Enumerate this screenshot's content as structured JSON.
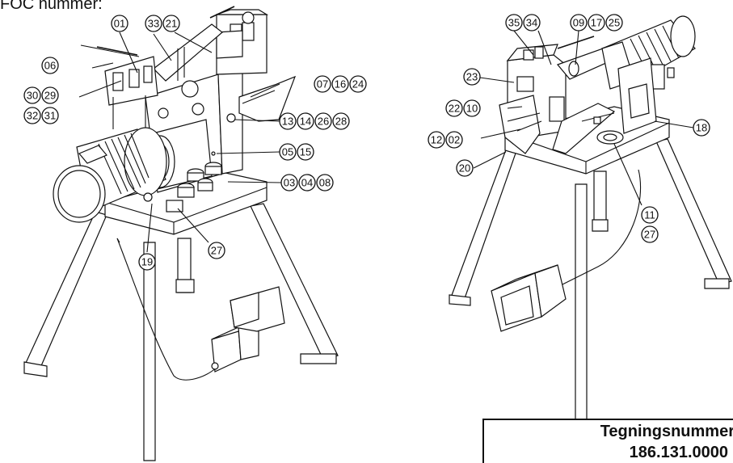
{
  "header": {
    "text": "FOC nummer:"
  },
  "title_block": {
    "label": "Tegningsnummer",
    "number": "186.131.0000"
  },
  "callouts": {
    "left": [
      "01",
      "33",
      "21",
      "06",
      "30",
      "29",
      "32",
      "31",
      "07",
      "16",
      "24",
      "13",
      "14",
      "26",
      "28",
      "05",
      "15",
      "03",
      "04",
      "08",
      "19",
      "27"
    ],
    "right": [
      "35",
      "34",
      "09",
      "17",
      "25",
      "23",
      "22",
      "10",
      "12",
      "02",
      "20",
      "18",
      "11",
      "27"
    ]
  },
  "colors": {
    "line": "#111111",
    "background": "#ffffff"
  }
}
